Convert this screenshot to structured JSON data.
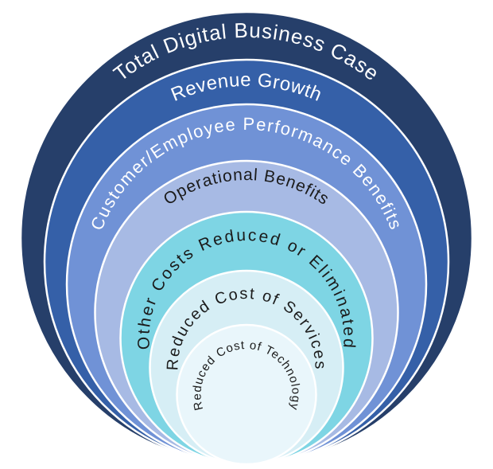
{
  "diagram": {
    "rings": [
      {
        "label": "Total Digital Business Case",
        "fill": "#263F6A",
        "text_color": "#FFFFFF"
      },
      {
        "label": "Revenue Growth",
        "fill": "#3560A8",
        "text_color": "#FFFFFF"
      },
      {
        "label": "Customer/Employee Performance Benefits",
        "fill": "#7092D6",
        "text_color": "#FFFFFF"
      },
      {
        "label": "Operational Benefits",
        "fill": "#A7BAE4",
        "text_color": "#1B1B1B"
      },
      {
        "label": "Other Costs Reduced or Eliminated",
        "fill": "#7ED5E4",
        "text_color": "#1B1B1B"
      },
      {
        "label": "Reduced Cost of Services",
        "fill": "#D6EEF5",
        "text_color": "#1B1B1B"
      },
      {
        "label": "Reduced Cost of Technology",
        "fill": "#E9F6FB",
        "text_color": "#1B1B1B"
      }
    ],
    "separator_color": "#FFFFFF",
    "background": "#FFFFFF"
  }
}
